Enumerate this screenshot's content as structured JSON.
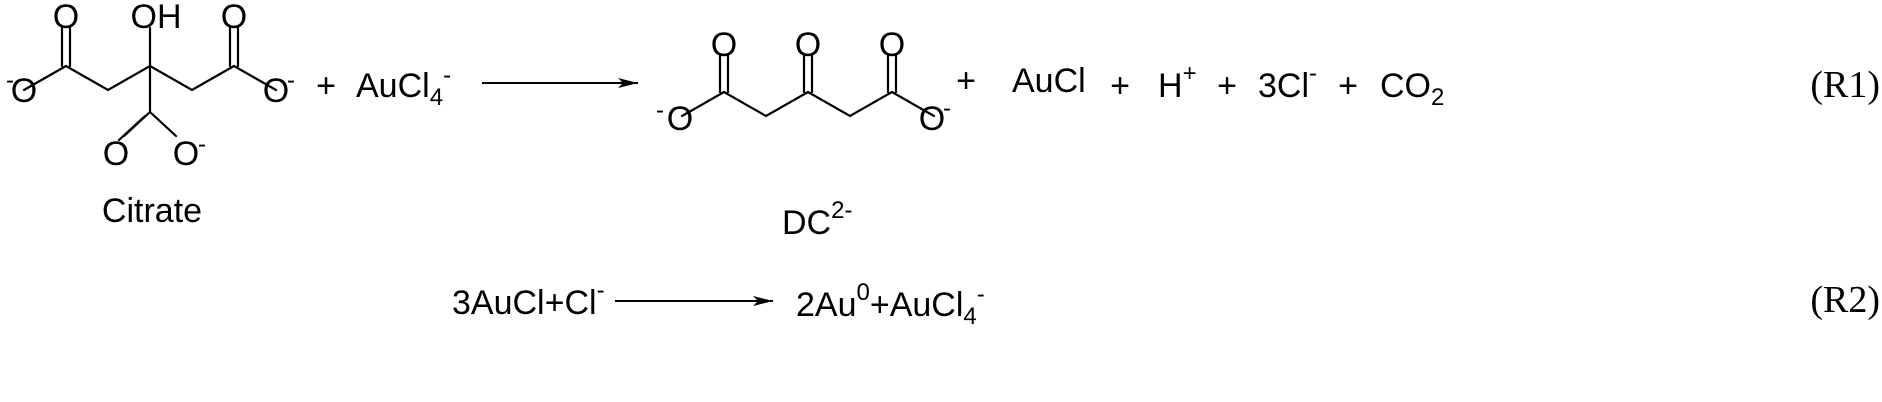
{
  "reactions": [
    {
      "tag": "(R1)",
      "reactants": {
        "citrate": {
          "label": "Citrate",
          "oh": "OH",
          "o_tl": "O",
          "o_tr": "O",
          "o_l": "O",
          "o_l_charge": "-",
          "o_r": "O",
          "o_r_charge": "-",
          "o_bl": "O",
          "o_br": "O",
          "o_br_charge": "-"
        },
        "plus": "+",
        "aucl4": {
          "base": "AuCl",
          "sub": "4",
          "sup": "-"
        }
      },
      "products": {
        "dc": {
          "label_base": "DC",
          "label_sup": "2-",
          "o_t1": "O",
          "o_t2": "O",
          "o_t3": "O",
          "o_l": "O",
          "o_l_charge": "-",
          "o_r": "O",
          "o_r_charge": "-"
        },
        "plus1": "+",
        "aucl": "AuCl",
        "plus2": "+",
        "h": {
          "base": "H",
          "sup": "+"
        },
        "plus3": "+",
        "cl": {
          "base": "3Cl",
          "sup": "-"
        },
        "plus4": "+",
        "co2": {
          "base": "CO",
          "sub": "2"
        }
      }
    },
    {
      "tag": "(R2)",
      "reactants": {
        "text": "3AuCl+Cl",
        "sup": "-"
      },
      "products": {
        "au_base": "2Au",
        "au_sup": "0",
        "rest_base": "+AuCl",
        "rest_sub": "4",
        "rest_sup": "-"
      }
    }
  ]
}
